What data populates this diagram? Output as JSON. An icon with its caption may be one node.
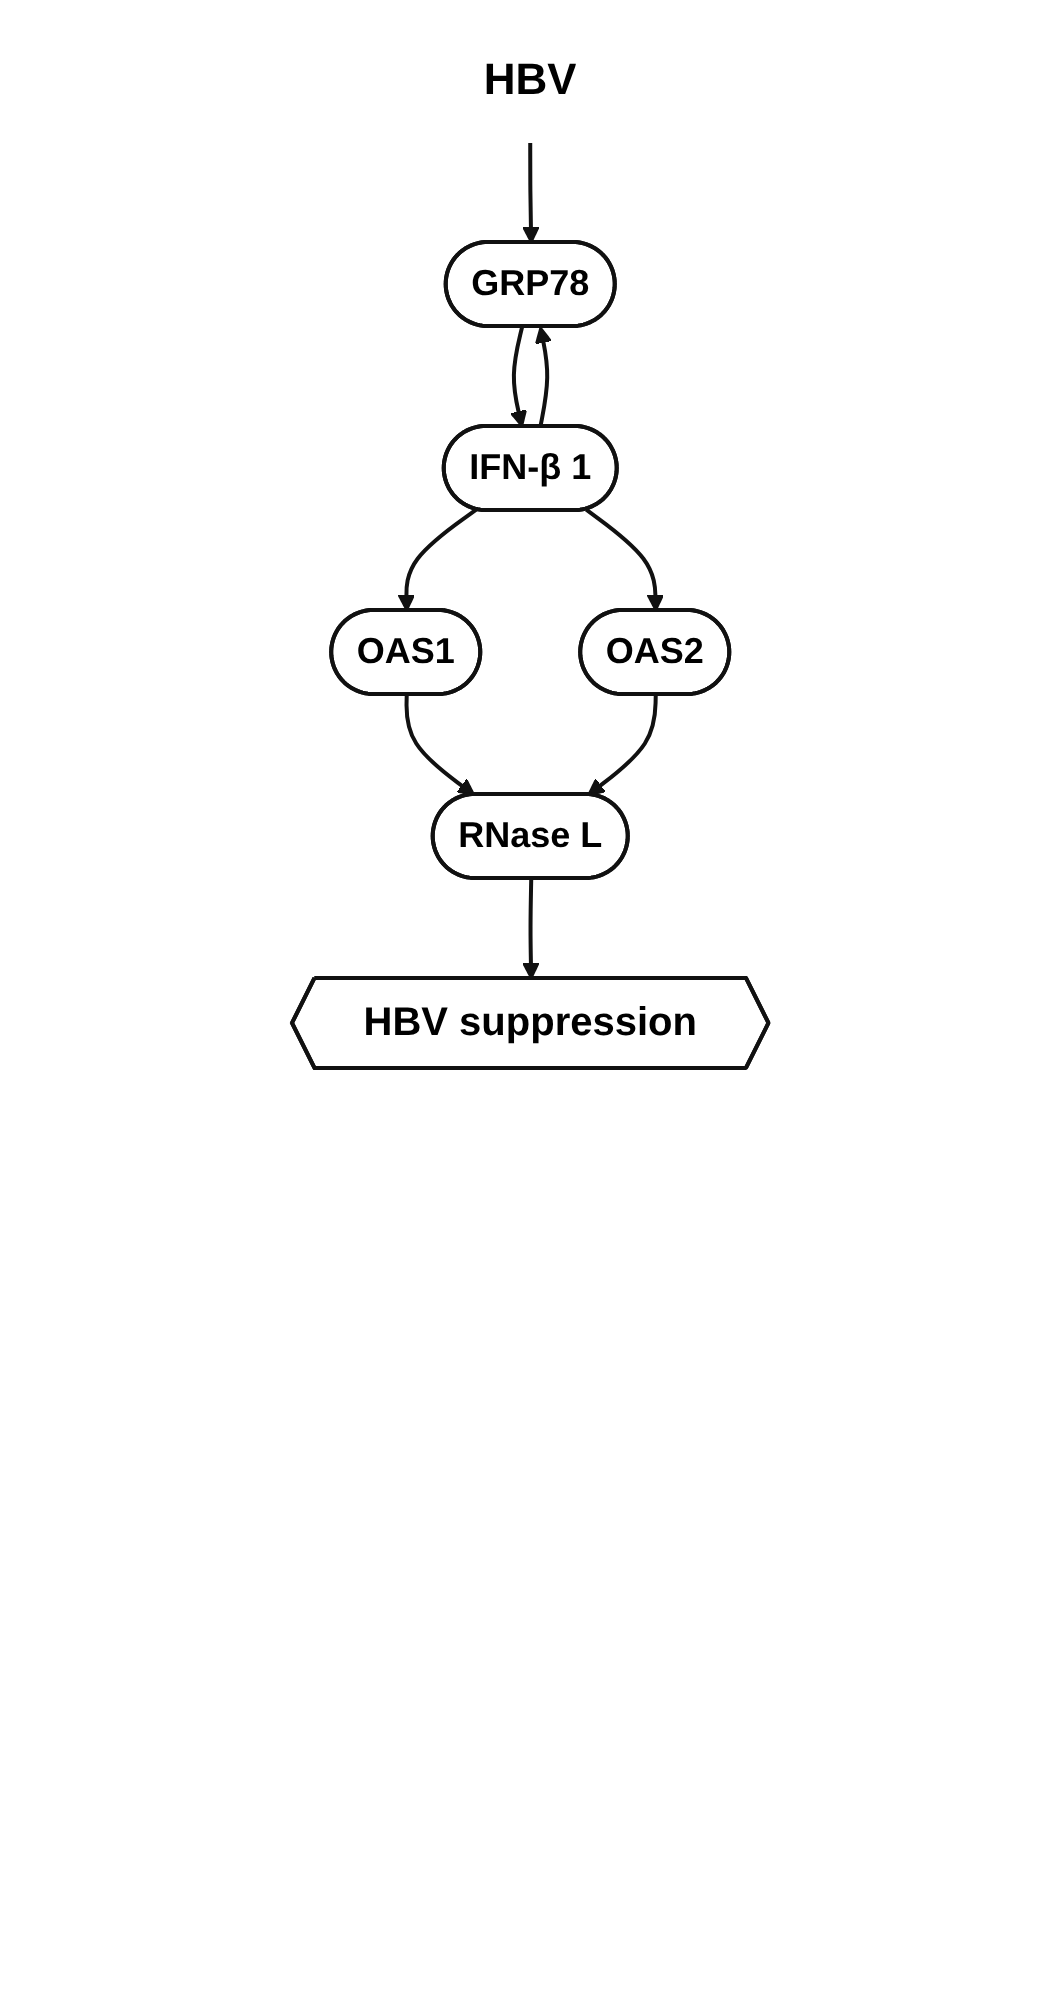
{
  "diagram": {
    "nodes": [
      {
        "text": [
          "HBV"
        ]
      },
      {
        "text": [
          "GRP78"
        ]
      },
      {
        "text": [
          "IFN-β 1"
        ]
      },
      {
        "text": [
          "OAS1"
        ]
      },
      {
        "text": [
          "OAS2"
        ]
      },
      {
        "text": [
          "RNase L"
        ]
      },
      {
        "text": [
          "HBV suppression"
        ]
      }
    ],
    "edges": [
      {
        "from": 0,
        "to": 1,
        "arrow": "to"
      },
      {
        "from": 1,
        "to": 2,
        "arrow": "to"
      },
      {
        "from": 2,
        "to": 1,
        "arrow": "to"
      },
      {
        "from": 2,
        "to": 3,
        "arrow": "to"
      },
      {
        "from": 2,
        "to": 4,
        "arrow": "to"
      },
      {
        "from": 3,
        "to": 5,
        "arrow": "to"
      },
      {
        "from": 4,
        "to": 5,
        "arrow": "to"
      },
      {
        "from": 5,
        "to": 6,
        "arrow": "to"
      }
    ]
  }
}
